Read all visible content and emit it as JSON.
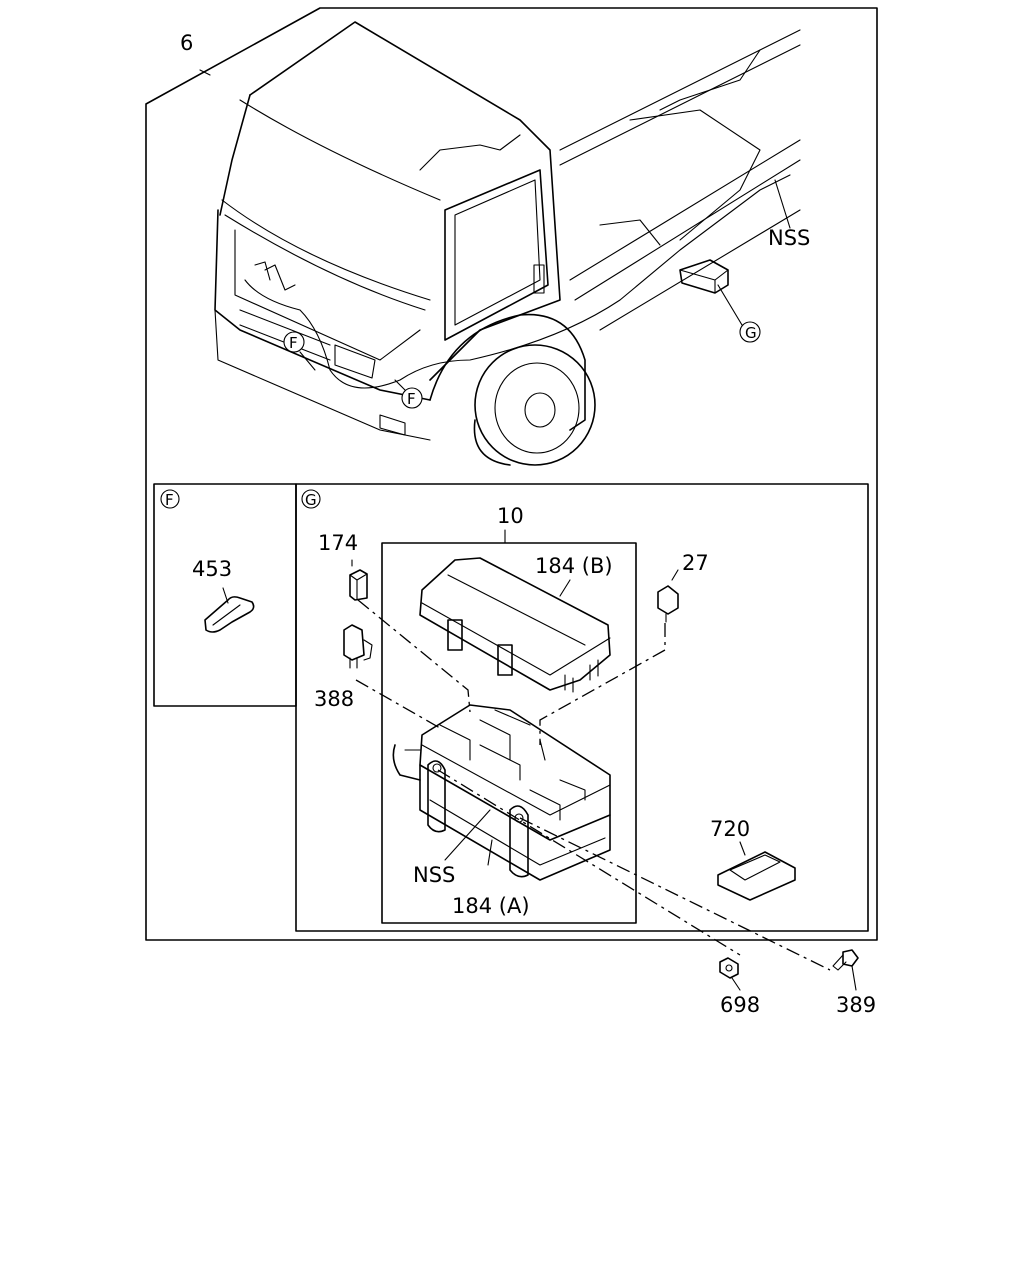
{
  "labels": {
    "assembly": "6",
    "nss_top": "NSS",
    "detail_g_top": "G",
    "detail_f_1": "F",
    "detail_f_2": "F",
    "panel_f": "F",
    "panel_g": "G",
    "part_453": "453",
    "part_10": "10",
    "part_174": "174",
    "part_184b": "184 (B)",
    "part_27": "27",
    "part_388": "388",
    "part_720": "720",
    "nss_bottom": "NSS",
    "part_184a": "184 (A)",
    "part_698": "698",
    "part_389": "389"
  }
}
